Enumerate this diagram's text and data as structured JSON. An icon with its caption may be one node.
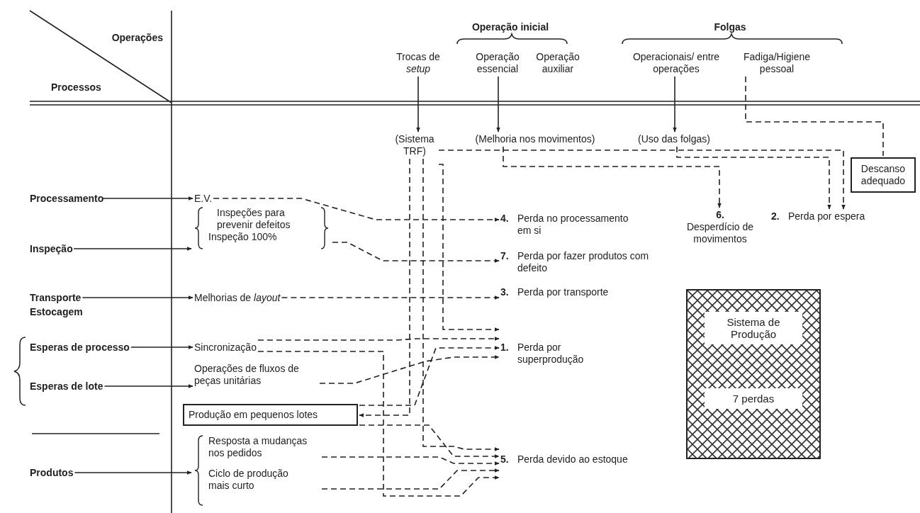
{
  "diagram": {
    "nodes": [
      {
        "text": [
          "Processamento"
        ]
      },
      {
        "text": [
          "Inspeção"
        ]
      },
      {
        "text": [
          "Transporte"
        ]
      },
      {
        "text": [
          "Esperas de processo"
        ]
      },
      {
        "text": [
          "Esperas de lote"
        ]
      },
      {
        "text": [
          "Produtos"
        ]
      },
      {
        "text": [
          "E.V."
        ]
      },
      {
        "text": [
          "Inspeções para prevenir defeitos",
          "Inspeção 100%"
        ]
      },
      {
        "text": [
          "Melhorias de *layout*"
        ]
      },
      {
        "text": [
          "Sincronização"
        ]
      },
      {
        "text": [
          "Operações de fluxos de peças unitárias"
        ]
      },
      {
        "text": [
          "Produção em pequenos lotes"
        ]
      },
      {
        "text": [
          "Resposta a mudanças nos pedidos",
          "Ciclo de produção mais curto"
        ]
      },
      {
        "text": [
          "Trocas de *setup*"
        ]
      },
      {
        "text": [
          "Operação essencial"
        ]
      },
      {
        "text": [
          "Operacionais/ entre operações"
        ]
      },
      {
        "text": [
          "Fadiga/Higiene pessoal"
        ]
      },
      {
        "text": [
          "(Sistema TRF)"
        ]
      },
      {
        "text": [
          "(Melhoria nos movimentos)"
        ]
      },
      {
        "text": [
          "(Uso das folgas)"
        ]
      },
      {
        "text": [
          "Descanso adequado"
        ]
      },
      {
        "text": [
          "4.",
          "Perda no processamento em si"
        ]
      },
      {
        "text": [
          "7.",
          "Perda por fazer produtos com defeito"
        ]
      },
      {
        "text": [
          "3.",
          "Perda por transporte"
        ]
      },
      {
        "text": [
          "1.",
          "Perda por superprodução"
        ]
      },
      {
        "text": [
          "5.",
          "Perda devido ao estoque"
        ]
      },
      {
        "text": [
          "6.",
          "Desperdício de movimentos"
        ]
      },
      {
        "text": [
          "2.",
          "Perda por espera"
        ]
      },
      {
        "text": [
          "Sistema de Produção",
          "7 perdas"
        ]
      }
    ],
    "edges": [
      {
        "from": 0,
        "to": 6,
        "arrow": "to"
      },
      {
        "from": 1,
        "to": 7,
        "arrow": "to"
      },
      {
        "from": 2,
        "to": 8,
        "arrow": "to"
      },
      {
        "from": 3,
        "to": 9,
        "arrow": "to"
      },
      {
        "from": 4,
        "to": 10,
        "arrow": "to"
      },
      {
        "from": 5,
        "to": 12,
        "arrow": "to"
      },
      {
        "from": 13,
        "to": 17,
        "arrow": "to"
      },
      {
        "from": 14,
        "to": 18,
        "arrow": "to"
      },
      {
        "from": 15,
        "to": 19,
        "arrow": "to"
      },
      {
        "from": 16,
        "to": 20,
        "arrow": "none",
        "style": "dashed"
      },
      {
        "from": 6,
        "to": 21,
        "arrow": "to",
        "style": "dashed"
      },
      {
        "from": 7,
        "to": 22,
        "arrow": "to",
        "style": "dashed"
      },
      {
        "from": 8,
        "to": 23,
        "arrow": "to",
        "style": "dashed"
      },
      {
        "from": 9,
        "to": 24,
        "arrow": "to",
        "style": "dashed"
      },
      {
        "from": 10,
        "to": 24,
        "arrow": "to",
        "style": "dashed"
      },
      {
        "from": 11,
        "to": 24,
        "arrow": "to",
        "style": "dashed"
      },
      {
        "from": 17,
        "to": 24,
        "arrow": "to",
        "style": "dashed"
      },
      {
        "from": 9,
        "to": 25,
        "arrow": "to",
        "style": "dashed"
      },
      {
        "from": 11,
        "to": 25,
        "arrow": "to",
        "style": "dashed"
      },
      {
        "from": 12,
        "to": 25,
        "arrow": "to",
        "style": "dashed"
      },
      {
        "from": 12,
        "to": 25,
        "arrow": "to",
        "style": "dashed"
      },
      {
        "from": 17,
        "to": 25,
        "arrow": "to",
        "style": "dashed"
      },
      {
        "from": 17,
        "to": 11,
        "arrow": "to",
        "style": "dashed"
      },
      {
        "from": 17,
        "to": 27,
        "arrow": "to",
        "style": "dashed"
      },
      {
        "from": 19,
        "to": 27,
        "arrow": "to",
        "style": "dashed"
      },
      {
        "from": 18,
        "to": 26,
        "arrow": "to",
        "style": "dashed"
      }
    ],
    "labels": [
      "Operações",
      "Processos",
      "Operação inicial",
      "Folgas",
      "Operação auxiliar",
      "Estocagem"
    ]
  }
}
